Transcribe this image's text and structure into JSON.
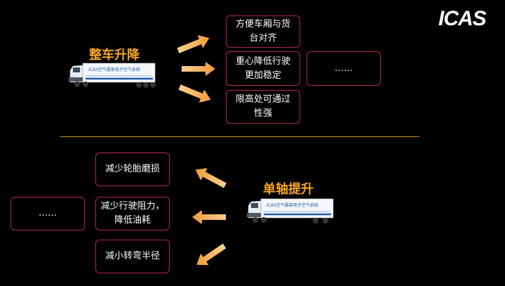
{
  "logo": {
    "text": "ICAS"
  },
  "top": {
    "heading": "整车升降",
    "truck_label": "ICAS空气悬架电子空气系统",
    "boxes": [
      {
        "text": "方便车厢与货台对齐"
      },
      {
        "text": "重心降低行驶更加稳定"
      },
      {
        "text": "限高处可通过性强"
      }
    ],
    "ellipsis": "……"
  },
  "bottom": {
    "heading": "单轴提升",
    "truck_label": "ICAS空气悬架电子空气系统",
    "boxes": [
      {
        "text": "减少轮胎磨损"
      },
      {
        "text": "减少行驶阻力，降低油耗"
      },
      {
        "text": "减小转弯半径"
      }
    ],
    "ellipsis": "……"
  },
  "colors": {
    "arrow": "#f4a845",
    "heading": "#f5a623",
    "box_border": "#b0265e",
    "divider": "#c98a2a"
  }
}
